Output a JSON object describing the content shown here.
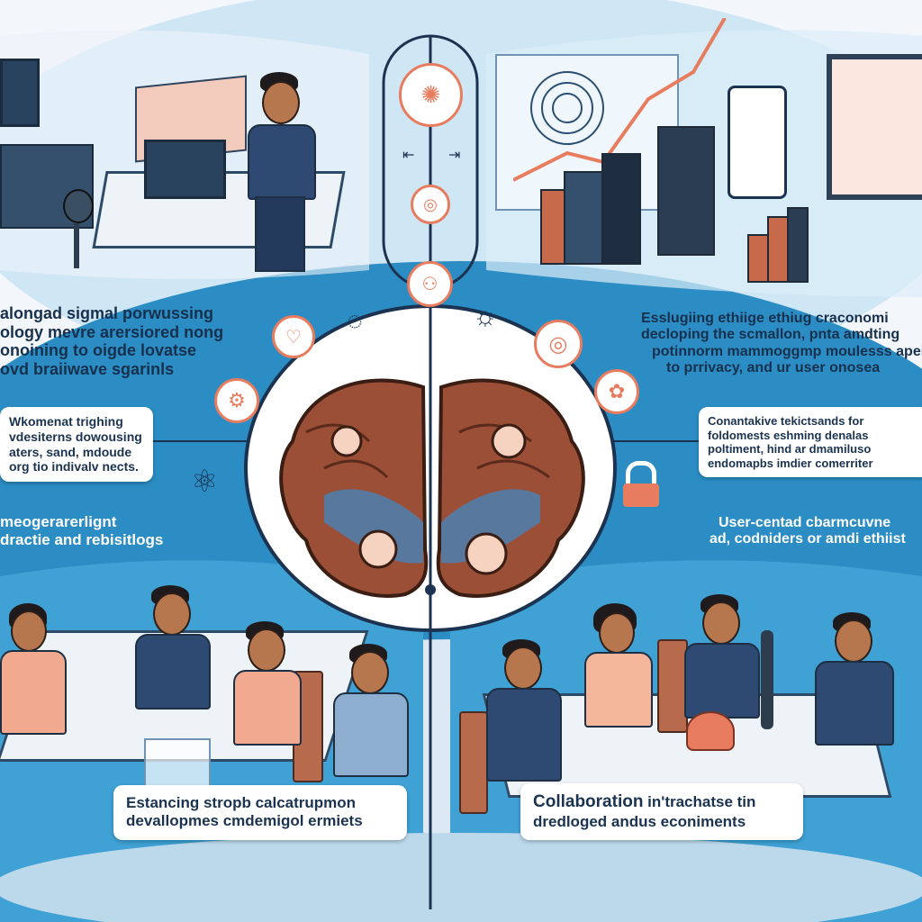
{
  "left_section": {
    "heading_lines": [
      "alongad sigmal porwussing",
      "ology mevre arersiored nong",
      "onoining to oigde lovatse",
      "ovd braiiwave sgarinls"
    ],
    "box_lines": [
      "Wkomenat trighing",
      "vdesiterns dowousing",
      "aters, sand, mdoude",
      "org tio indivalv nects."
    ],
    "lower_lines": [
      "meogerarerlignt",
      "dractie and rebisitlogs"
    ]
  },
  "right_section": {
    "heading_lines": [
      "Esslugiing ethiige ethiug craconomi",
      "decloping the scmallon, pnta amdting",
      "potinnorm mammoggmp moulesss apei",
      "to prrivacy, and ur user onosea"
    ],
    "box_lines": [
      "Conantakive tekictsands for",
      "foldomests eshming denalas",
      "poltiment, hind ar dmamiluso",
      "endomapbs imdier comerriter"
    ],
    "lower_lines": [
      "User-centad cbarmcuvne",
      "ad, codniders or amdi ethiist"
    ]
  },
  "bottom_left_banner": {
    "line1": "Estancing stropb calcatrupmon",
    "line2": "devallopmes cmdemigol ermiets"
  },
  "bottom_right_banner": {
    "line1": "Collaboration",
    "line1_rest": " in'trachatse tin",
    "line2": "dredloged andus econiments"
  },
  "colors": {
    "primary_blue": "#2b8dc4",
    "light_blue": "#8fc7e6",
    "accent_orange": "#e77c5f",
    "brain_brown": "#9b4f36",
    "navy": "#1b3350"
  }
}
